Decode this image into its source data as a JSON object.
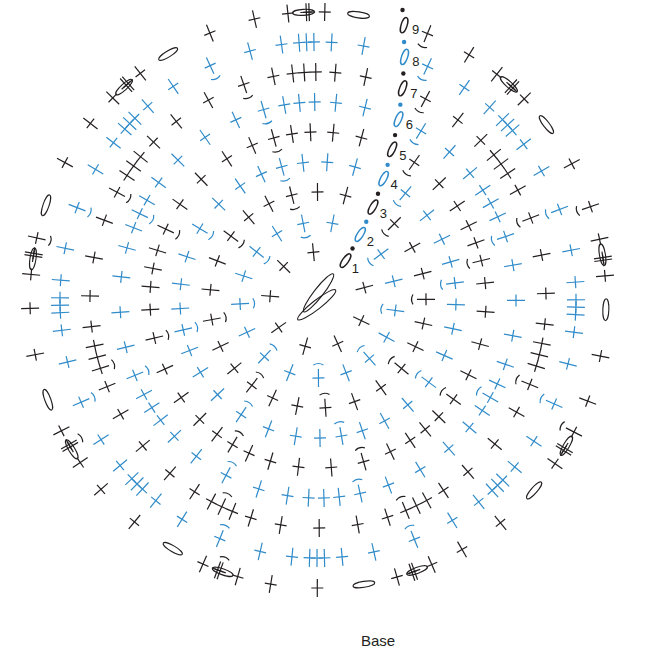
{
  "diagram": {
    "caption": "Base",
    "labels": [
      "1",
      "2",
      "3",
      "4",
      "5",
      "6",
      "7",
      "8",
      "9"
    ]
  }
}
